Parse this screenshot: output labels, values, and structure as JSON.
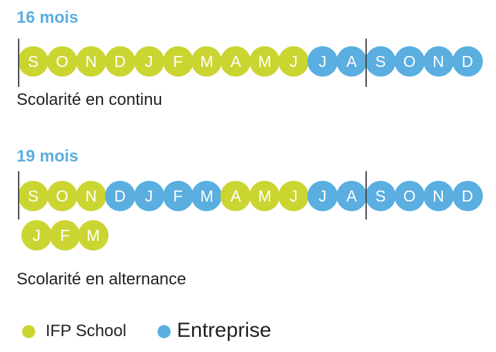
{
  "colors": {
    "ifp": "#cbd532",
    "entreprise": "#5aaee0",
    "title": "#5aaee0"
  },
  "sections": [
    {
      "title": "16 mois",
      "caption": "Scolarité en continu",
      "rows": [
        [
          {
            "l": "S",
            "t": "ifp"
          },
          {
            "l": "O",
            "t": "ifp"
          },
          {
            "l": "N",
            "t": "ifp"
          },
          {
            "l": "D",
            "t": "ifp"
          },
          {
            "l": "J",
            "t": "ifp"
          },
          {
            "l": "F",
            "t": "ifp"
          },
          {
            "l": "M",
            "t": "ifp"
          },
          {
            "l": "A",
            "t": "ifp"
          },
          {
            "l": "M",
            "t": "ifp"
          },
          {
            "l": "J",
            "t": "ifp"
          },
          {
            "l": "J",
            "t": "entreprise"
          },
          {
            "l": "A",
            "t": "entreprise"
          },
          {
            "l": "S",
            "t": "entreprise"
          },
          {
            "l": "O",
            "t": "entreprise"
          },
          {
            "l": "N",
            "t": "entreprise"
          },
          {
            "l": "D",
            "t": "entreprise"
          }
        ]
      ]
    },
    {
      "title": "19 mois",
      "caption": "Scolarité en alternance",
      "rows": [
        [
          {
            "l": "S",
            "t": "ifp"
          },
          {
            "l": "O",
            "t": "ifp"
          },
          {
            "l": "N",
            "t": "ifp"
          },
          {
            "l": "D",
            "t": "entreprise"
          },
          {
            "l": "J",
            "t": "entreprise"
          },
          {
            "l": "F",
            "t": "entreprise"
          },
          {
            "l": "M",
            "t": "entreprise"
          },
          {
            "l": "A",
            "t": "ifp"
          },
          {
            "l": "M",
            "t": "ifp"
          },
          {
            "l": "J",
            "t": "ifp"
          },
          {
            "l": "J",
            "t": "entreprise"
          },
          {
            "l": "A",
            "t": "entreprise"
          },
          {
            "l": "S",
            "t": "entreprise"
          },
          {
            "l": "O",
            "t": "entreprise"
          },
          {
            "l": "N",
            "t": "entreprise"
          },
          {
            "l": "D",
            "t": "entreprise"
          }
        ],
        [
          {
            "l": "J",
            "t": "ifp"
          },
          {
            "l": "F",
            "t": "ifp"
          },
          {
            "l": "M",
            "t": "ifp"
          }
        ]
      ]
    }
  ],
  "legend": [
    {
      "label": "IFP School",
      "t": "ifp"
    },
    {
      "label": "Entreprise",
      "t": "entreprise"
    }
  ]
}
